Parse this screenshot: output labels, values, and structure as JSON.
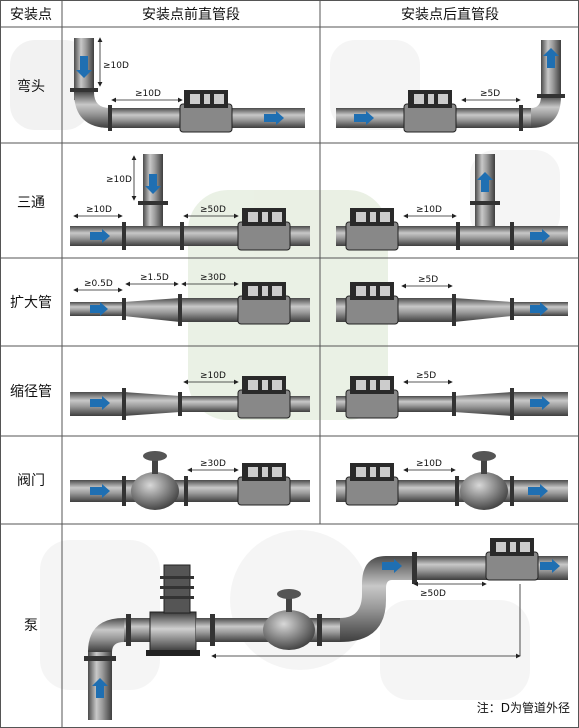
{
  "header": {
    "col1": "安装点",
    "col2": "安装点前直管段",
    "col3": "安装点后直管段"
  },
  "rows": [
    {
      "label": "弯头",
      "before_dims": [
        "≥10D",
        "≥10D"
      ],
      "after_dims": [
        "≥5D"
      ]
    },
    {
      "label": "三通",
      "before_dims": [
        "≥10D",
        "≥10D",
        "≥50D"
      ],
      "after_dims": [
        "≥10D"
      ]
    },
    {
      "label": "扩大管",
      "before_dims": [
        "≥0.5D",
        "≥1.5D",
        "≥30D"
      ],
      "after_dims": [
        "≥5D"
      ]
    },
    {
      "label": "缩径管",
      "before_dims": [
        "≥10D"
      ],
      "after_dims": [
        "≥5D"
      ]
    },
    {
      "label": "阀门",
      "before_dims": [
        "≥30D"
      ],
      "after_dims": [
        "≥10D"
      ]
    },
    {
      "label": "泵",
      "dims": [
        "≥50D"
      ]
    }
  ],
  "note": "注：D为管道外径",
  "colors": {
    "pipe": "#7a7a7a",
    "arrow": "#1f6fb2",
    "grid": "#555555"
  }
}
